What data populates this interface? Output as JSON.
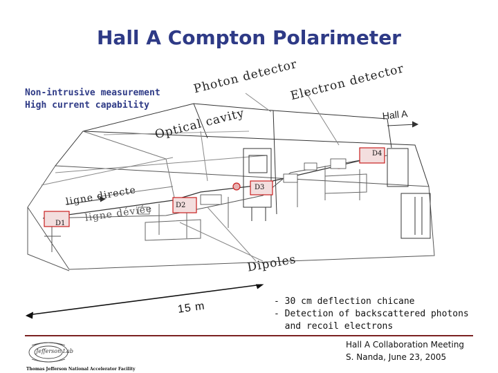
{
  "slide": {
    "title": "Hall A Compton Polarimeter",
    "bullets": [
      "Non-intrusive measurement",
      "High current capability"
    ],
    "diagram": {
      "photon_detector": "Photon detector",
      "electron_detector": "Electron detector",
      "optical_cavity": "Optical cavity",
      "hall_a": "Hall A",
      "ligne_directe": "ligne directe",
      "ligne_deviee": "ligne déviée",
      "dipoles": "Dipoles",
      "d1": "D1",
      "d2": "D2",
      "d3": "D3",
      "d4": "D4",
      "scale": "15 m"
    },
    "notes": [
      "- 30 cm deflection chicane",
      "- Detection of backscattered photons",
      "  and recoil electrons"
    ],
    "footer": [
      "Hall A Collaboration Meeting",
      "S. Nanda,  June 23, 2005"
    ],
    "lab_name": "Thomas Jefferson National Accelerator Facility",
    "logo_text": "Jefferson Lab",
    "colors": {
      "title": "#2e3a86",
      "accent": "#c81e1e",
      "footer_rule": "#7a2020"
    }
  }
}
